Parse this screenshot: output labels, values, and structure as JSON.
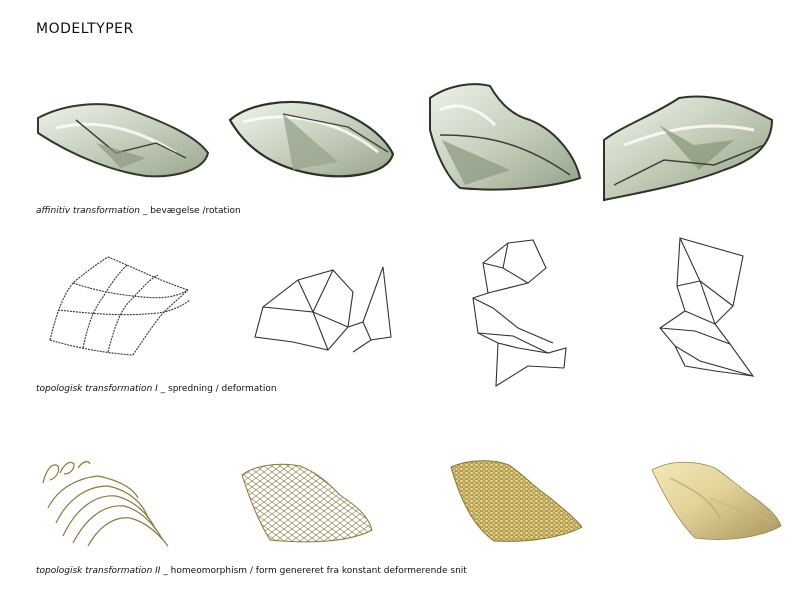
{
  "page": {
    "title": "MODELTYPER"
  },
  "rows": [
    {
      "caption_italic": "affinitiv transformation",
      "caption_rest": " _ bevægelse /rotation",
      "figures": [
        {
          "name": "glass-model-1"
        },
        {
          "name": "glass-model-2"
        },
        {
          "name": "glass-model-3"
        },
        {
          "name": "glass-model-4"
        }
      ]
    },
    {
      "caption_italic": "topologisk transformation I",
      "caption_rest": " _ spredning / deformation",
      "figures": [
        {
          "name": "wire-model-1"
        },
        {
          "name": "wire-model-2"
        },
        {
          "name": "wire-model-3"
        },
        {
          "name": "wire-model-4"
        }
      ]
    },
    {
      "caption_italic": "topologisk transformation II",
      "caption_rest": " _ homeomorphism / form genereret fra konstant deformerende snit",
      "figures": [
        {
          "name": "contour-model-1"
        },
        {
          "name": "mesh-model-2"
        },
        {
          "name": "mesh-model-3"
        },
        {
          "name": "solid-model-4"
        }
      ]
    }
  ],
  "colors": {
    "glass_fill": "#c9d2bf",
    "glass_edge": "#2f3a2c",
    "wire": "#333333",
    "mesh": "#b8a25a",
    "solid": "#e2d29a"
  }
}
